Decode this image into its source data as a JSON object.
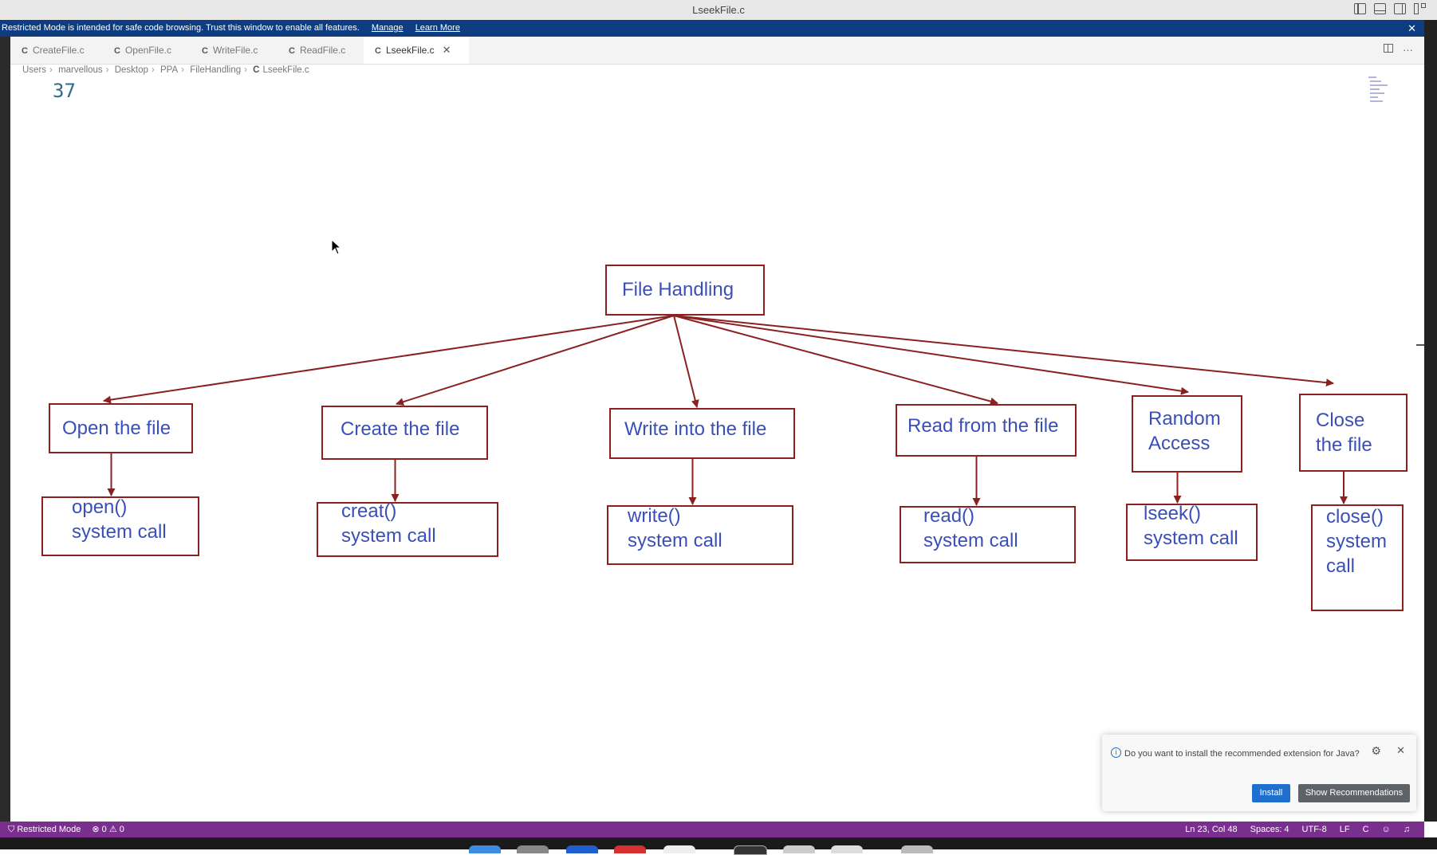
{
  "window": {
    "title": "LseekFile.c"
  },
  "banner": {
    "message": "Restricted Mode is intended for safe code browsing. Trust this window to enable all features.",
    "manage": "Manage",
    "learn_more": "Learn More",
    "close": "✕"
  },
  "tabs": [
    {
      "icon": "C",
      "label": "CreateFile.c"
    },
    {
      "icon": "C",
      "label": "OpenFile.c"
    },
    {
      "icon": "C",
      "label": "WriteFile.c"
    },
    {
      "icon": "C",
      "label": "ReadFile.c"
    },
    {
      "icon": "C",
      "label": "LseekFile.c",
      "close": "✕"
    }
  ],
  "tab_actions": {
    "more": "···"
  },
  "breadcrumb": [
    "Users",
    "marvellous",
    "Desktop",
    "PPA",
    "FileHandling"
  ],
  "breadcrumb_file": {
    "icon": "C",
    "label": "LseekFile.c"
  },
  "editor": {
    "line_number": "37"
  },
  "diagram": {
    "root": "File Handling",
    "categories": [
      [
        "Open the file"
      ],
      [
        "Create the file"
      ],
      [
        "Write into the file"
      ],
      [
        "Read from the file"
      ],
      [
        "Random",
        "Access"
      ],
      [
        "Close",
        "the file"
      ]
    ],
    "calls": [
      [
        "open()",
        "system call"
      ],
      [
        "creat()",
        "system call"
      ],
      [
        "write()",
        "system call"
      ],
      [
        "read()",
        "system call"
      ],
      [
        "lseek()",
        "system call"
      ],
      [
        "close()",
        "system",
        "call"
      ]
    ],
    "colors": {
      "box": "#8b2020",
      "text": "#3a4fb8"
    }
  },
  "notification": {
    "message": "Do you want to install the recommended extension for Java?",
    "install": "Install",
    "show_recommendations": "Show Recommendations"
  },
  "status": {
    "mode": "Restricted Mode",
    "problems": "⊗ 0 ⚠ 0",
    "position": "Ln 23, Col 48",
    "spaces": "Spaces: 4",
    "encoding": "UTF-8",
    "eol": "LF",
    "language": "C"
  },
  "colors": {
    "banner": "#0e3c80",
    "statusbar": "#7a2e8e",
    "install": "#1f6fcf"
  }
}
